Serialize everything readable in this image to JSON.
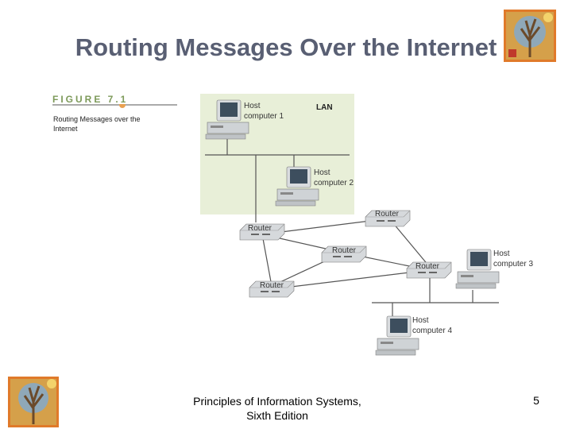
{
  "slide": {
    "title": "Routing Messages Over the Internet",
    "footer_line1": "Principles of Information Systems,",
    "footer_line2": "Sixth Edition",
    "page_number": "5"
  },
  "figure": {
    "number_label": "FIGURE 7.1",
    "caption_line1": "Routing Messages over the",
    "caption_line2": "Internet",
    "lan_label": "LAN",
    "host1_line1": "Host",
    "host1_line2": "computer 1",
    "host2_line1": "Host",
    "host2_line2": "computer 2",
    "host3_line1": "Host",
    "host3_line2": "computer 3",
    "host4_line1": "Host",
    "host4_line2": "computer 4",
    "router_label": "Router"
  },
  "colors": {
    "title": "#595f73",
    "lan_background": "#e8efd8",
    "caption_accent": "#7d9a5a",
    "logo_orange": "#e07a2a"
  },
  "icons": [
    "tree-logo-icon",
    "computer-icon",
    "router-icon"
  ]
}
